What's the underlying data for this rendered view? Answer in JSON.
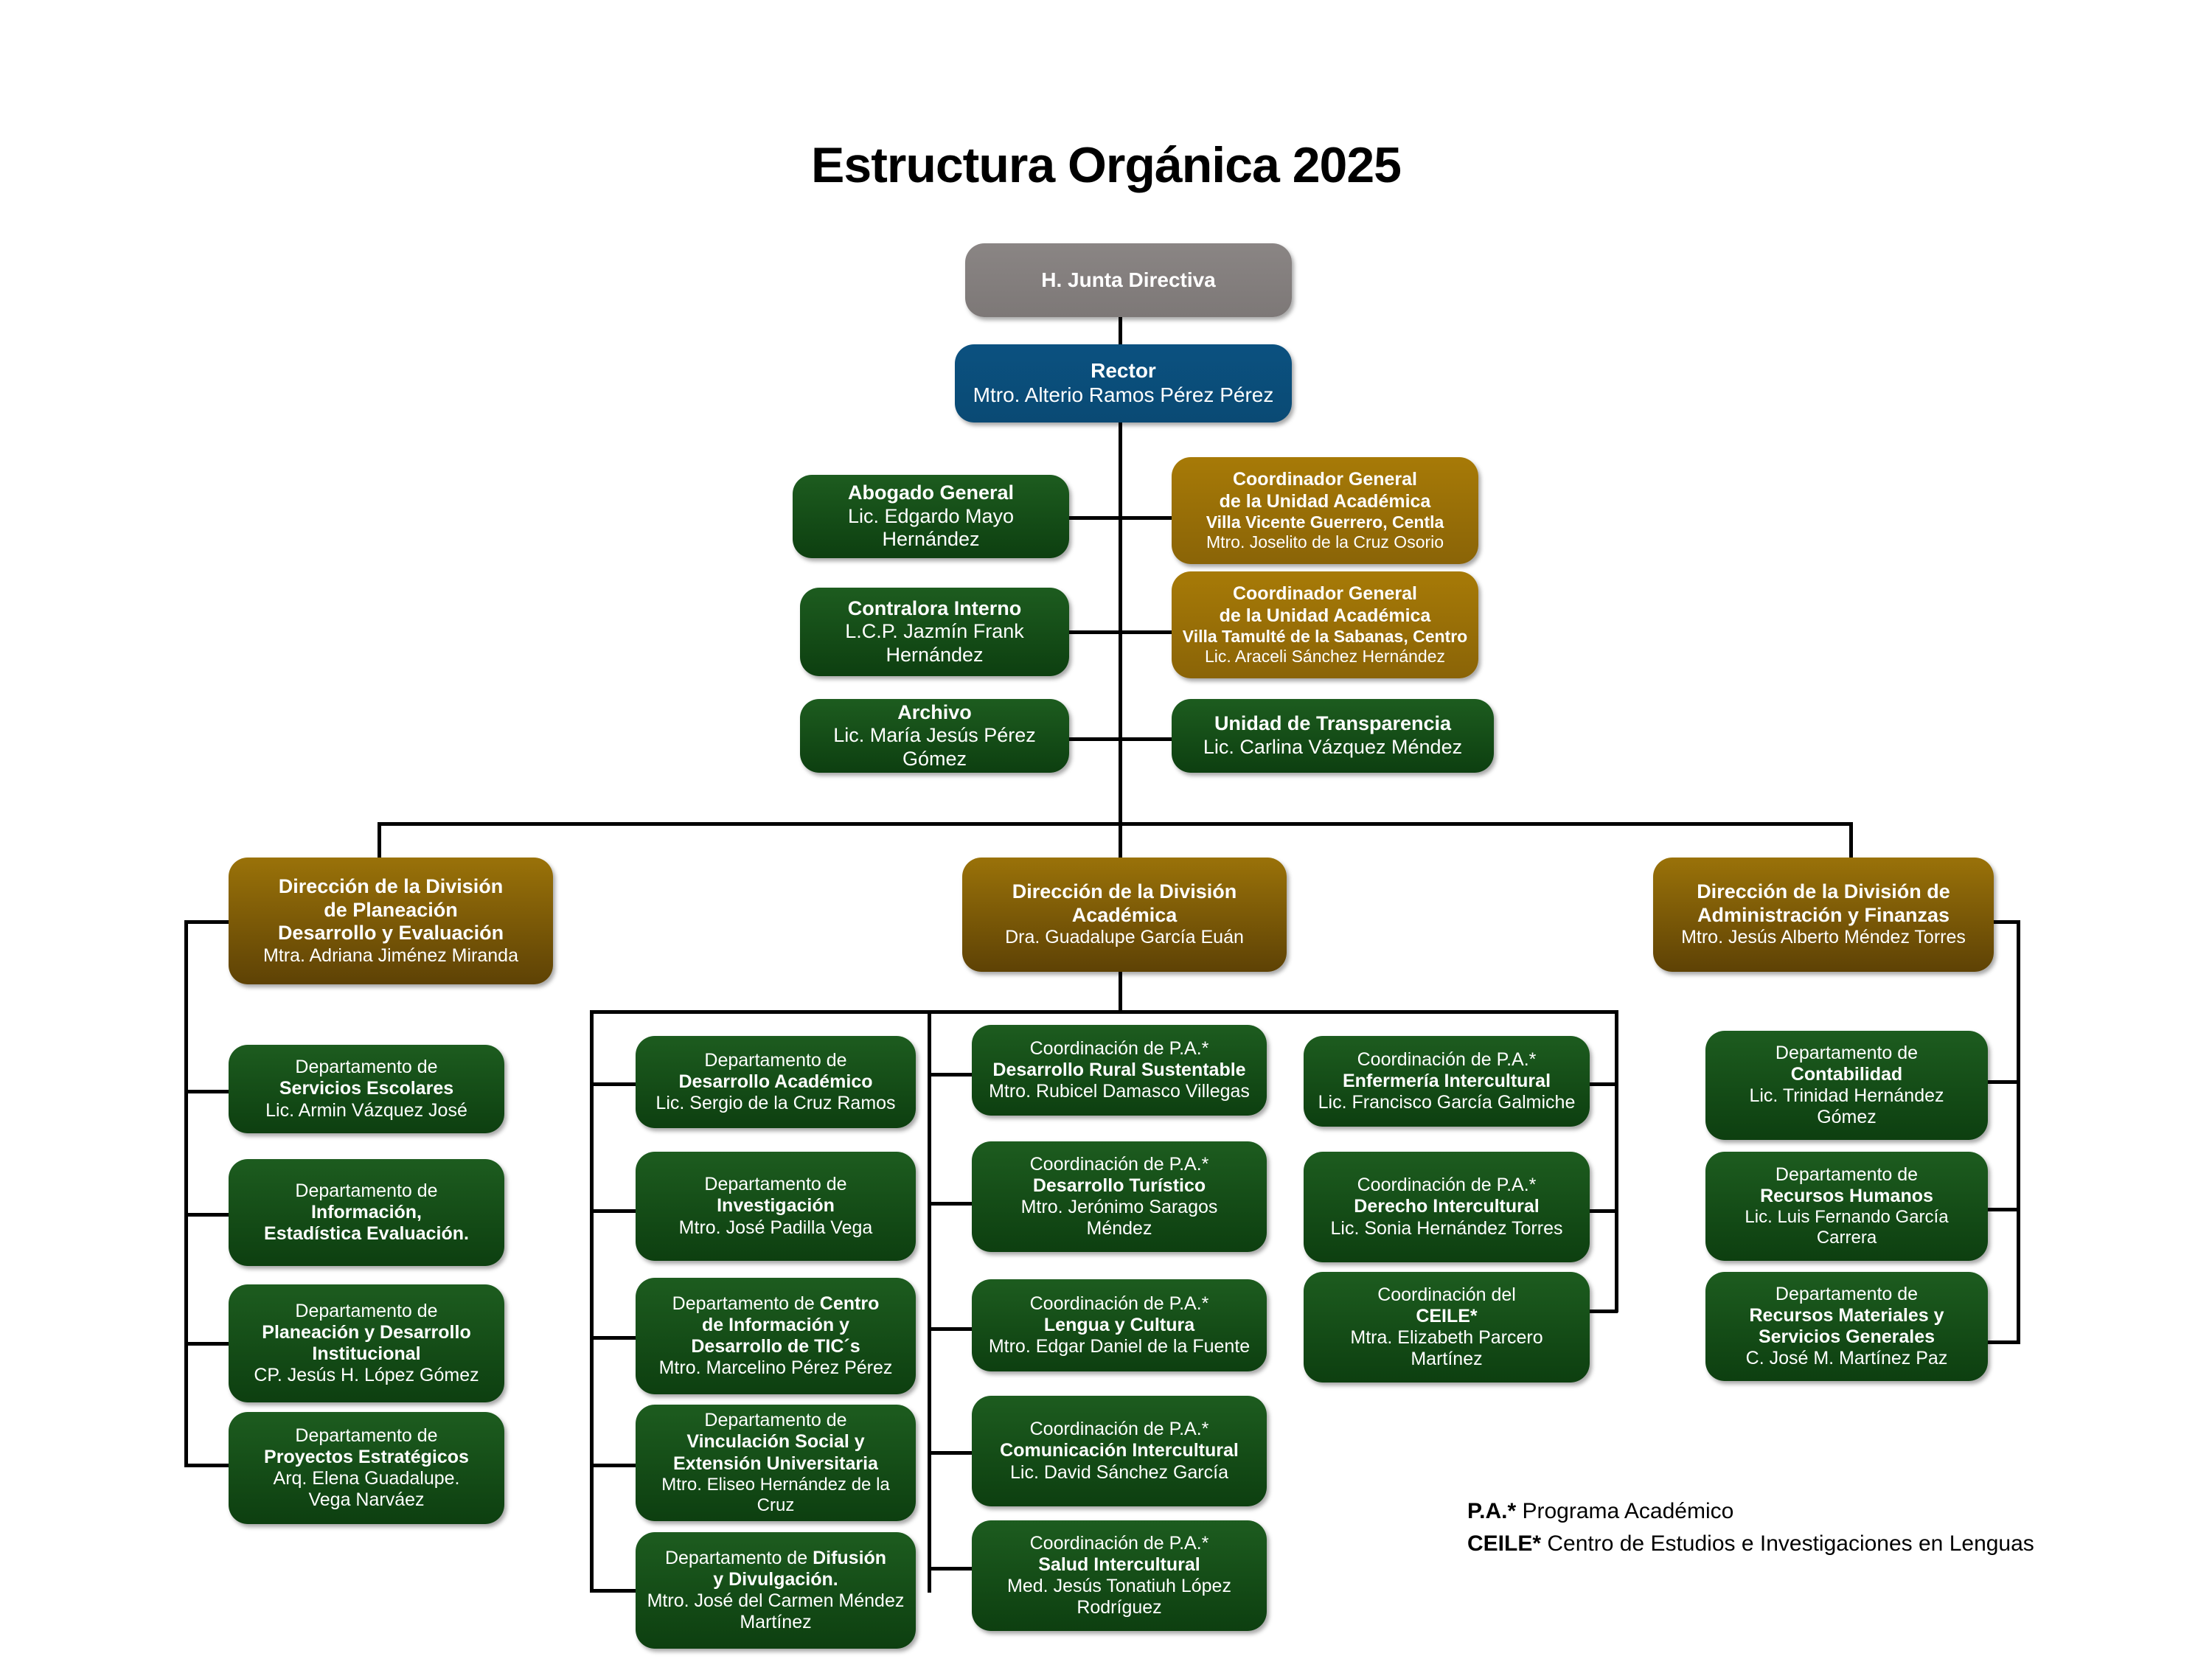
{
  "title": "Estructura Orgánica 2025",
  "top": {
    "junta": {
      "title": "H. Junta Directiva"
    },
    "rector": {
      "title": "Rector",
      "person": "Mtro. Alterio Ramos Pérez Pérez"
    }
  },
  "staff_left": [
    {
      "title": "Abogado General",
      "person": "Lic. Edgardo Mayo Hernández"
    },
    {
      "title": "Contralora Interno",
      "person": "L.C.P. Jazmín Frank",
      "person2": "Hernández"
    },
    {
      "title": "Archivo",
      "person": "Lic. María Jesús Pérez Gómez"
    }
  ],
  "staff_right": [
    {
      "title": "Coordinador General",
      "title2": "de la Unidad Académica",
      "subtitle": "Villa Vicente Guerrero, Centla",
      "person": "Mtro. Joselito de la Cruz Osorio"
    },
    {
      "title": "Coordinador General",
      "title2": "de la Unidad Académica",
      "subtitle": "Villa Tamulté de la Sabanas, Centro",
      "person": "Lic. Araceli Sánchez Hernández"
    },
    {
      "title": "Unidad de Transparencia",
      "person": "Lic. Carlina Vázquez Méndez"
    }
  ],
  "divisions": [
    {
      "line1": "Dirección de la División",
      "line2": "de Planeación",
      "line3": "Desarrollo y Evaluación",
      "person": "Mtra. Adriana Jiménez Miranda"
    },
    {
      "line1": "Dirección de la División",
      "line2": "Académica",
      "person": "Dra. Guadalupe García Euán"
    },
    {
      "line1": "Dirección de la División de",
      "line2": "Administración y Finanzas",
      "person": "Mtro. Jesús Alberto Méndez Torres"
    }
  ],
  "col_planeacion": [
    {
      "pre": "Departamento de",
      "name": "Servicios Escolares",
      "person": "Lic. Armin Vázquez José"
    },
    {
      "pre": "Departamento de",
      "name": "Información,",
      "name2": "Estadística  Evaluación."
    },
    {
      "pre": "Departamento de",
      "name": "Planeación y Desarrollo",
      "name2": "Institucional",
      "person": "CP. Jesús H. López Gómez"
    },
    {
      "pre": "Departamento de",
      "name": "Proyectos Estratégicos",
      "person": "Arq. Elena Guadalupe.",
      "person2": "Vega Narváez"
    }
  ],
  "col_academica_1": [
    {
      "pre": "Departamento de",
      "name": "Desarrollo Académico",
      "person": "Lic. Sergio de la Cruz Ramos"
    },
    {
      "pre": "Departamento de",
      "name": "Investigación",
      "person": "Mtro. José Padilla Vega"
    },
    {
      "pre": "Departamento de ",
      "name": "Centro",
      "name2": "de Información y",
      "name3": "Desarrollo de TIC´s",
      "person": "Mtro. Marcelino Pérez Pérez"
    },
    {
      "pre": "Departamento de",
      "name": "Vinculación Social y",
      "name2": "Extensión Universitaria",
      "person": "Mtro. Eliseo Hernández de la Cruz"
    },
    {
      "pre": "Departamento de ",
      "name": "Difusión",
      "name2": "y Divulgación.",
      "person": "Mtro. José del Carmen Méndez",
      "person2": "Martínez"
    }
  ],
  "col_academica_2": [
    {
      "pre": "Coordinación de P.A.*",
      "name": "Desarrollo Rural Sustentable",
      "person": "Mtro. Rubicel Damasco Villegas"
    },
    {
      "pre": "Coordinación de P.A.*",
      "name": "Desarrollo Turístico",
      "person": "Mtro. Jerónimo Saragos",
      "person2": "Méndez"
    },
    {
      "pre": "Coordinación de P.A.*",
      "name": "Lengua y Cultura",
      "person": "Mtro. Edgar Daniel de la Fuente"
    },
    {
      "pre": "Coordinación de P.A.*",
      "name": "Comunicación Intercultural",
      "person": "Lic. David Sánchez García"
    },
    {
      "pre": "Coordinación de P.A.*",
      "name": "Salud Intercultural",
      "person": "Med. Jesús Tonatiuh López",
      "person2": "Rodríguez"
    }
  ],
  "col_academica_3": [
    {
      "pre": "Coordinación de P.A.*",
      "name": "Enfermería Intercultural",
      "person": "Lic. Francisco García Galmiche"
    },
    {
      "pre": "Coordinación de P.A.*",
      "name": "Derecho Intercultural",
      "person": "Lic. Sonia Hernández Torres"
    },
    {
      "pre": "Coordinación del",
      "name": "CEILE*",
      "person": "Mtra. Elizabeth Parcero",
      "person2": "Martínez"
    }
  ],
  "col_administracion": [
    {
      "pre": "Departamento de",
      "name": "Contabilidad",
      "person": "Lic. Trinidad Hernández",
      "person2": "Gómez"
    },
    {
      "pre": "Departamento de",
      "name": "Recursos Humanos",
      "person": "Lic. Luis Fernando García",
      "person2": "Carrera"
    },
    {
      "pre": "Departamento de",
      "name": "Recursos Materiales y",
      "name2": "Servicios Generales",
      "person": "C. José M. Martínez Paz"
    }
  ],
  "legend": [
    {
      "key": "P.A.*",
      "text": "  Programa Académico"
    },
    {
      "key": "CEILE*",
      "text": " Centro de Estudios e Investigaciones en Lenguas"
    }
  ],
  "colors": {
    "gray": "#837e7d",
    "blue": "#0a4e7c",
    "green": "#17521a",
    "gold": "#97700a",
    "line": "#000000"
  }
}
